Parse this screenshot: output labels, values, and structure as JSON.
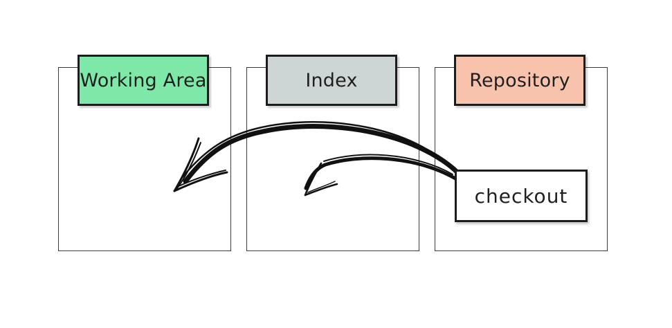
{
  "areas": [
    {
      "id": "working",
      "label": "Working Area",
      "color": "#7ee8a8"
    },
    {
      "id": "index",
      "label": "Index",
      "color": "#cdd6d4"
    },
    {
      "id": "repo",
      "label": "Repository",
      "color": "#f7c3ad"
    }
  ],
  "command": {
    "label": "checkout"
  }
}
